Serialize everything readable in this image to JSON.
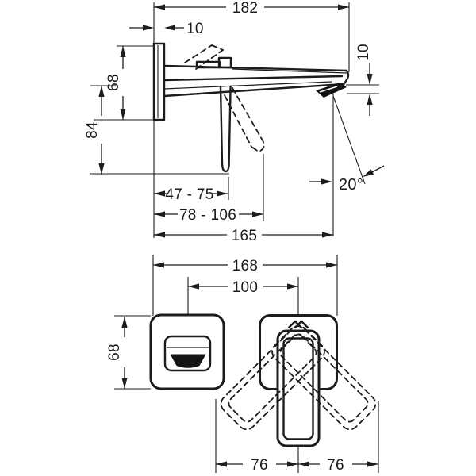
{
  "page": {
    "background": "#ffffff",
    "line_color": "#1c1c1c",
    "description": "Technical dimension drawing of a wall-mounted single-lever basin mixer, side view above and front view of trim set below"
  },
  "side_view": {
    "dim_total_width": "182",
    "dim_plate_depth": "10",
    "dim_plate_height": "68",
    "dim_height_to_lever_tip": "84",
    "dim_spout_tip_height": "10",
    "dim_spray_angle": "20°",
    "dim_lever_clearance_range": "47 - 75",
    "dim_lever_tip_range": "78 - 106",
    "dim_spout_reach": "165"
  },
  "front_view": {
    "dim_total_width": "168",
    "dim_center_distance": "100",
    "dim_escutcheon_height": "68",
    "dim_swing_left": "76",
    "dim_swing_right": "76"
  }
}
